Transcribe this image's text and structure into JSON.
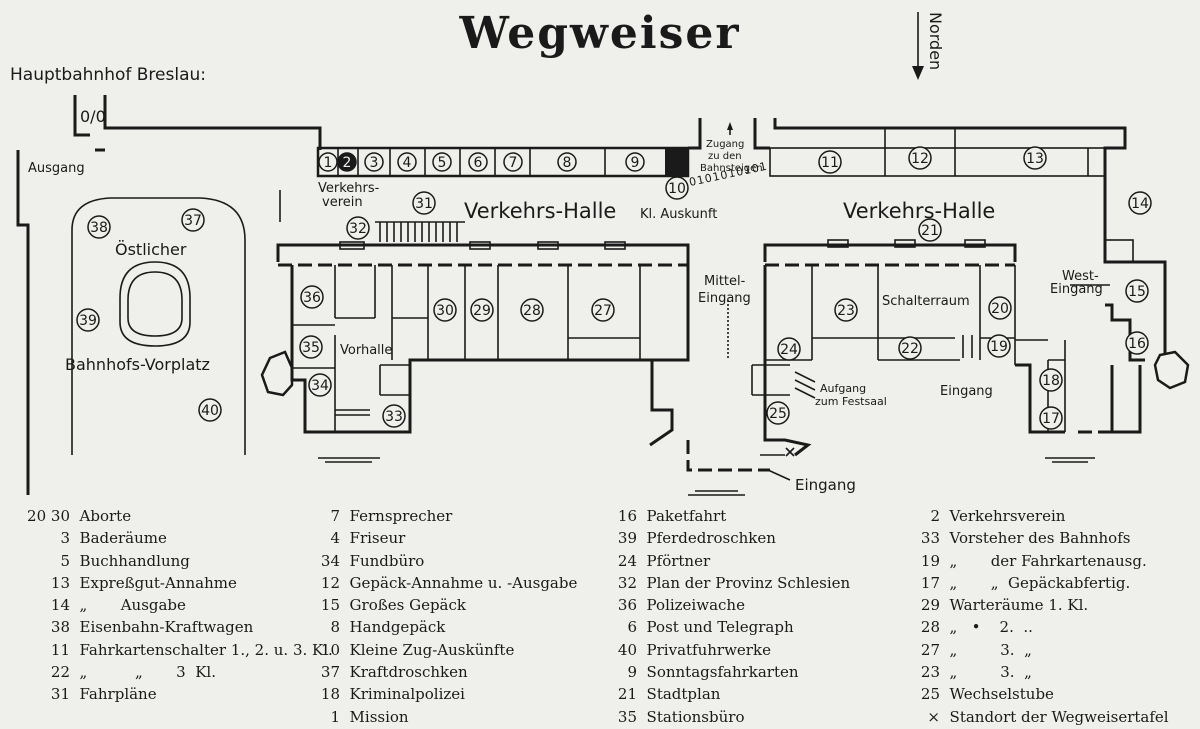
{
  "title": "Wegweiser",
  "north_label": "Norden",
  "station_label": "Hauptbahnhof Breslau:",
  "plan_labels": {
    "ausgang": "Ausgang",
    "toilet_sign": "0/0",
    "verkehrsverein": "Verkehrs-\nverein",
    "verkehrs_halle_left": "Verkehrs-Halle",
    "verkehrs_halle_right": "Verkehrs-Halle",
    "kl_auskunft": "Kl. Auskunft",
    "zugang": "Zugang\nzu den\nBahnsteigen",
    "mittel_eingang": "Mittel-\nEingang",
    "vorhalle": "Vorhalle",
    "schalterraum": "Schalterraum",
    "west_eingang": "West-\nEingang",
    "aufgang": "Aufgang\nzum Festsaal",
    "eingang_small": "Eingang",
    "eingang_bottom": "Eingang",
    "vorplatz_1": "Östlicher",
    "vorplatz_2": "Bahnhofs-Vorplatz",
    "turnstiles": "0101010101"
  },
  "room_numbers": [
    "1",
    "2",
    "3",
    "4",
    "5",
    "6",
    "7",
    "8",
    "9",
    "10",
    "11",
    "12",
    "13",
    "14",
    "15",
    "16",
    "17",
    "18",
    "19",
    "20",
    "21",
    "22",
    "23",
    "24",
    "25",
    "27",
    "28",
    "29",
    "30",
    "31",
    "32",
    "33",
    "34",
    "35",
    "36",
    "37",
    "38",
    "39",
    "40"
  ],
  "legend": {
    "col1": [
      {
        "num": "20 30",
        "text": "Aborte"
      },
      {
        "num": "3",
        "text": "Baderäume"
      },
      {
        "num": "5",
        "text": "Buchhandlung"
      },
      {
        "num": "13",
        "text": "Expreßgut-Annahme"
      },
      {
        "num": "14",
        "text": "„       Ausgabe"
      },
      {
        "num": "38",
        "text": "Eisenbahn-Kraftwagen"
      },
      {
        "num": "11",
        "text": "Fahrkartenschalter 1., 2. u. 3. Kl."
      },
      {
        "num": "22",
        "text": "„          „       3  Kl."
      },
      {
        "num": "31",
        "text": "Fahrpläne"
      }
    ],
    "col2": [
      {
        "num": "7",
        "text": "Fernsprecher"
      },
      {
        "num": "4",
        "text": "Friseur"
      },
      {
        "num": "34",
        "text": "Fundbüro"
      },
      {
        "num": "12",
        "text": "Gepäck-Annahme u. -Ausgabe"
      },
      {
        "num": "15",
        "text": "Großes Gepäck"
      },
      {
        "num": "8",
        "text": "Handgepäck"
      },
      {
        "num": "10",
        "text": "Kleine Zug-Auskünfte"
      },
      {
        "num": "37",
        "text": "Kraftdroschken"
      },
      {
        "num": "18",
        "text": "Kriminalpolizei"
      },
      {
        "num": "1",
        "text": "Mission"
      }
    ],
    "col3": [
      {
        "num": "16",
        "text": "Paketfahrt"
      },
      {
        "num": "39",
        "text": "Pferdedroschken"
      },
      {
        "num": "24",
        "text": "Pförtner"
      },
      {
        "num": "32",
        "text": "Plan der Provinz Schlesien"
      },
      {
        "num": "36",
        "text": "Polizeiwache"
      },
      {
        "num": "6",
        "text": "Post und Telegraph"
      },
      {
        "num": "40",
        "text": "Privatfuhrwerke"
      },
      {
        "num": "9",
        "text": "Sonntagsfahrkarten"
      },
      {
        "num": "21",
        "text": "Stadtplan"
      },
      {
        "num": "35",
        "text": "Stationsbüro"
      }
    ],
    "col4": [
      {
        "num": "2",
        "text": "Verkehrsverein"
      },
      {
        "num": "33",
        "text": "Vorsteher des Bahnhofs"
      },
      {
        "num": "19",
        "text": "„       der Fahrkartenausg."
      },
      {
        "num": "17",
        "text": "„       „  Gepäckabfertig."
      },
      {
        "num": "29",
        "text": "Warteräume 1. Kl."
      },
      {
        "num": "28",
        "text": "„   •    2.  .."
      },
      {
        "num": "27",
        "text": "„         3.  „"
      },
      {
        "num": "23",
        "text": "„         3.  „"
      },
      {
        "num": "25",
        "text": "Wechselstube"
      },
      {
        "num": "×",
        "text": "Standort der Wegweisertafel"
      }
    ]
  }
}
